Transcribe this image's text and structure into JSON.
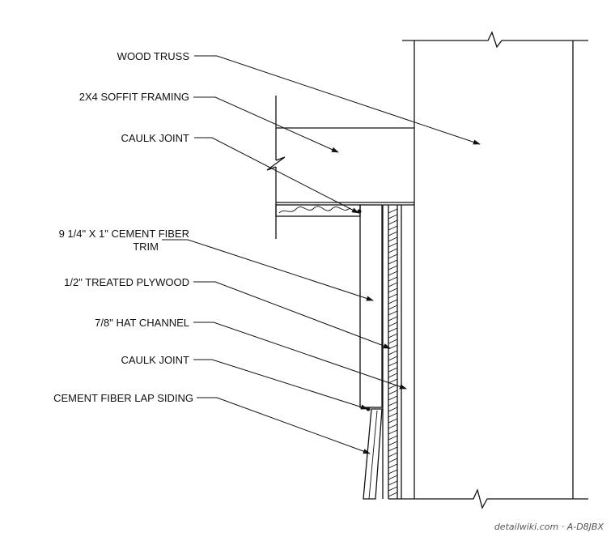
{
  "callouts": {
    "wood_truss": "WOOD TRUSS",
    "soffit_framing": "2X4 SOFFIT FRAMING",
    "caulk_joint_top": "CAULK JOINT",
    "trim_line1": "9 1/4\" X 1\" CEMENT FIBER",
    "trim_line2": "TRIM",
    "treated_plywood": "1/2\" TREATED PLYWOOD",
    "hat_channel": "7/8\" HAT CHANNEL",
    "caulk_joint_bottom": "CAULK JOINT",
    "lap_siding": "CEMENT FIBER LAP SIDING"
  },
  "footer": {
    "credit": "detailwiki.com · A-D8JBX"
  },
  "colors": {
    "line": "#111111",
    "siding_fill": "#bdbdbd",
    "background": "#ffffff"
  }
}
